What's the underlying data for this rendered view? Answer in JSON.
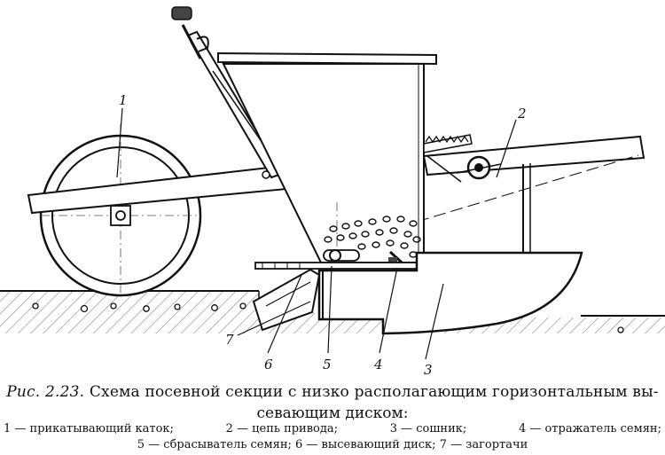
{
  "figure": {
    "labels": [
      "1",
      "2",
      "3",
      "4",
      "5",
      "6",
      "7"
    ]
  },
  "caption": {
    "prefix": "Рис. 2.23.",
    "title_line1": "Схема посевной секции с низко располагающим горизонтальным вы-",
    "title_line2": "севающим диском:",
    "legend_line1": [
      "1 — прикатывающий каток;",
      "2 — цепь привода;",
      "3 — сошник;",
      "4 — отражатель семян;"
    ],
    "legend_line2": "5 — сбрасыватель семян; 6 — высевающий диск; 7 — загортачи"
  }
}
